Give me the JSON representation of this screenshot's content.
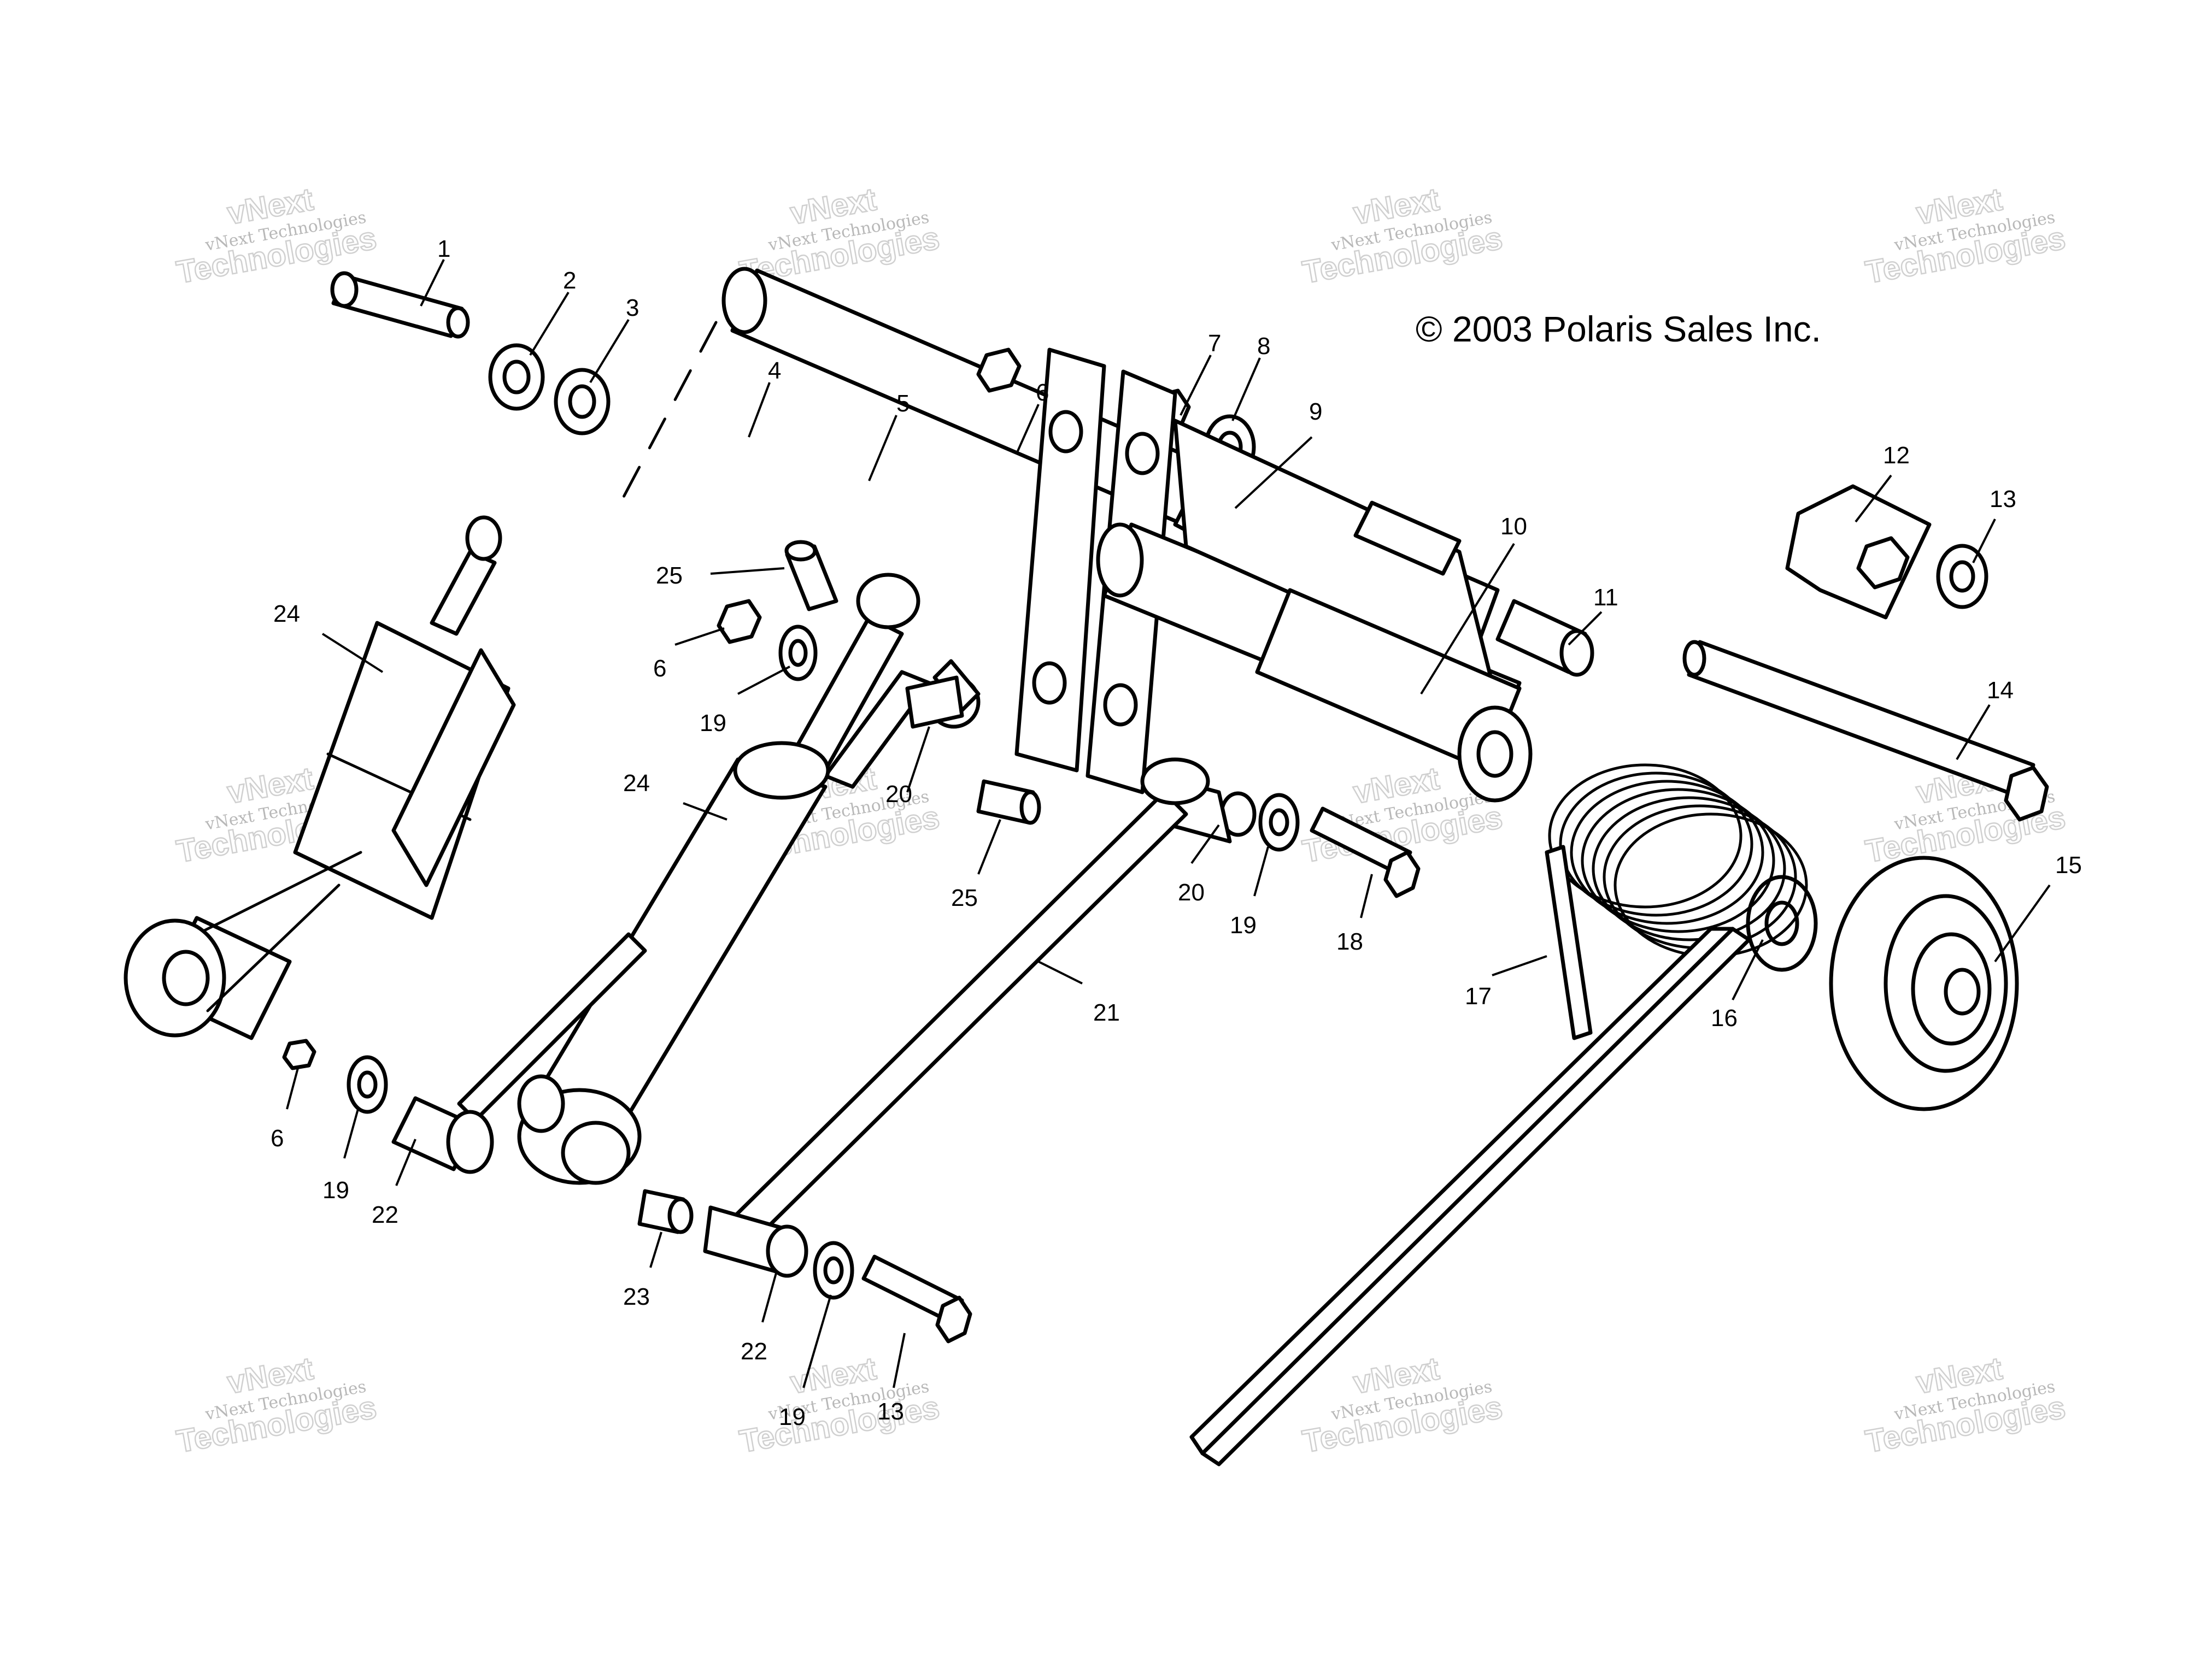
{
  "copyright": "© 2003 Polaris Sales Inc.",
  "watermark": {
    "line1": "vNext Technologies",
    "line2": "vNext",
    "line3": "Technologies"
  },
  "callouts": {
    "c1": "1",
    "c2": "2",
    "c3": "3",
    "c4": "4",
    "c5": "5",
    "c6a": "6",
    "c6b": "6",
    "c6c": "6",
    "c7": "7",
    "c8": "8",
    "c9": "9",
    "c10": "10",
    "c11": "11",
    "c12": "12",
    "c13a": "13",
    "c13b": "13",
    "c14": "14",
    "c15": "15",
    "c16": "16",
    "c17": "17",
    "c18": "18",
    "c19a": "19",
    "c19b": "19",
    "c19c": "19",
    "c19d": "19",
    "c20a": "20",
    "c20b": "20",
    "c21": "21",
    "c22a": "22",
    "c22b": "22",
    "c23": "23",
    "c24a": "24",
    "c24b": "24",
    "c25a": "25",
    "c25b": "25"
  }
}
